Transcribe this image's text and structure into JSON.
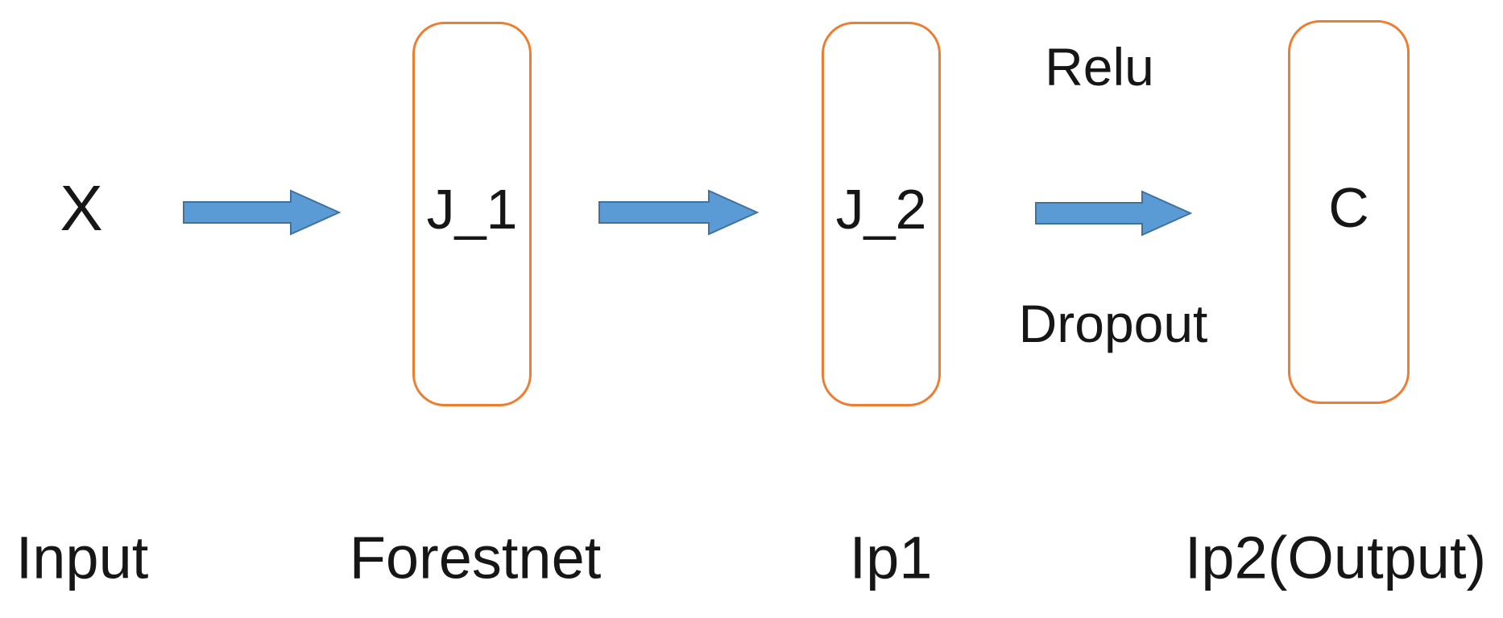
{
  "diagram": {
    "input_symbol": "X",
    "nodes": [
      {
        "label": "J_1"
      },
      {
        "label": "J_2"
      },
      {
        "label": "C"
      }
    ],
    "arrow_annotations": {
      "top": "Relu",
      "bottom": "Dropout"
    },
    "layer_labels": [
      "Input",
      "Forestnet",
      "Ip1",
      "Ip2(Output)"
    ],
    "colors": {
      "node_border": "#ED7D31",
      "arrow_fill": "#5B9BD5",
      "arrow_stroke": "#41719C",
      "text": "#161616",
      "background": "#FFFFFF"
    }
  }
}
